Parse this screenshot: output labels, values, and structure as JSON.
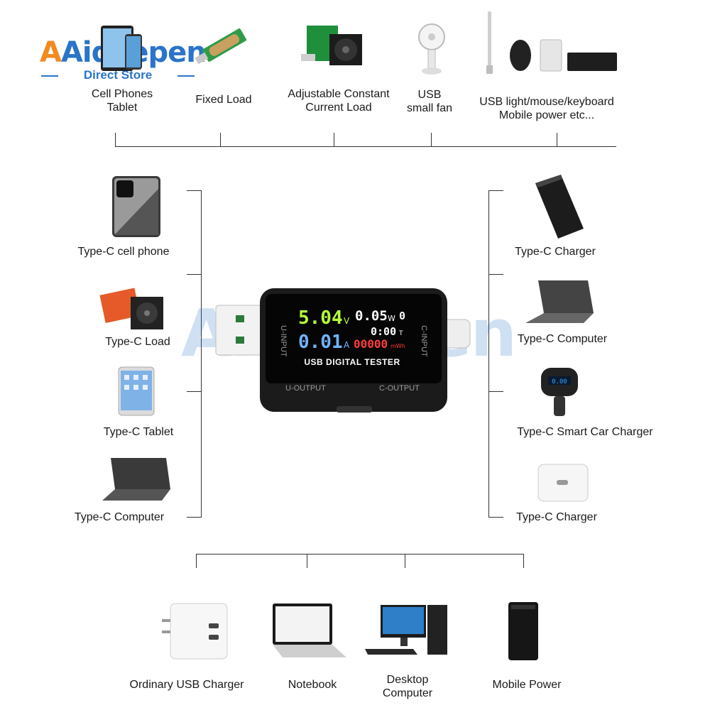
{
  "logo": {
    "brand": "Aideepen",
    "subtitle": "Direct Store"
  },
  "top_devices": [
    {
      "label_lines": [
        "Cell Phones",
        "Tablet"
      ]
    },
    {
      "label_lines": [
        "Fixed Load"
      ]
    },
    {
      "label_lines": [
        "Adjustable Constant",
        "Current Load"
      ]
    },
    {
      "label_lines": [
        "USB",
        "small fan"
      ]
    },
    {
      "label_lines": [
        "USB light/mouse/keyboard",
        "Mobile power etc..."
      ]
    }
  ],
  "left_devices": [
    {
      "label": "Type-C cell phone"
    },
    {
      "label": "Type-C Load"
    },
    {
      "label": "Type-C Tablet"
    },
    {
      "label": "Type-C Computer"
    }
  ],
  "right_devices": [
    {
      "label": "Type-C Charger"
    },
    {
      "label": "Type-C Computer"
    },
    {
      "label": "Type-C Smart Car Charger"
    },
    {
      "label": "Type-C Charger"
    }
  ],
  "bottom_devices": [
    {
      "label_lines": [
        "Ordinary USB Charger"
      ]
    },
    {
      "label_lines": [
        "Notebook"
      ]
    },
    {
      "label_lines": [
        "Desktop",
        "Computer"
      ]
    },
    {
      "label_lines": [
        "Mobile Power"
      ]
    }
  ],
  "tester": {
    "voltage": "5.04",
    "voltage_unit": "V",
    "power": "0.05",
    "power_unit": "W",
    "power_index": "0",
    "current": "0.01",
    "current_unit": "A",
    "time": "0:00",
    "time_unit": "T",
    "energy": "00000",
    "energy_unit": "mWh",
    "title": "USB DIGITAL TESTER",
    "u_input": "U-INPUT",
    "c_input": "C-INPUT",
    "u_output": "U-OUTPUT",
    "c_output": "C-OUTPUT"
  },
  "colors": {
    "voltage": "#b6ff3a",
    "power": "#ffffff",
    "current": "#6fb4ff",
    "energy": "#ff3b3b",
    "brand_blue": "#2a74c9",
    "brand_orange": "#f28a1e"
  }
}
